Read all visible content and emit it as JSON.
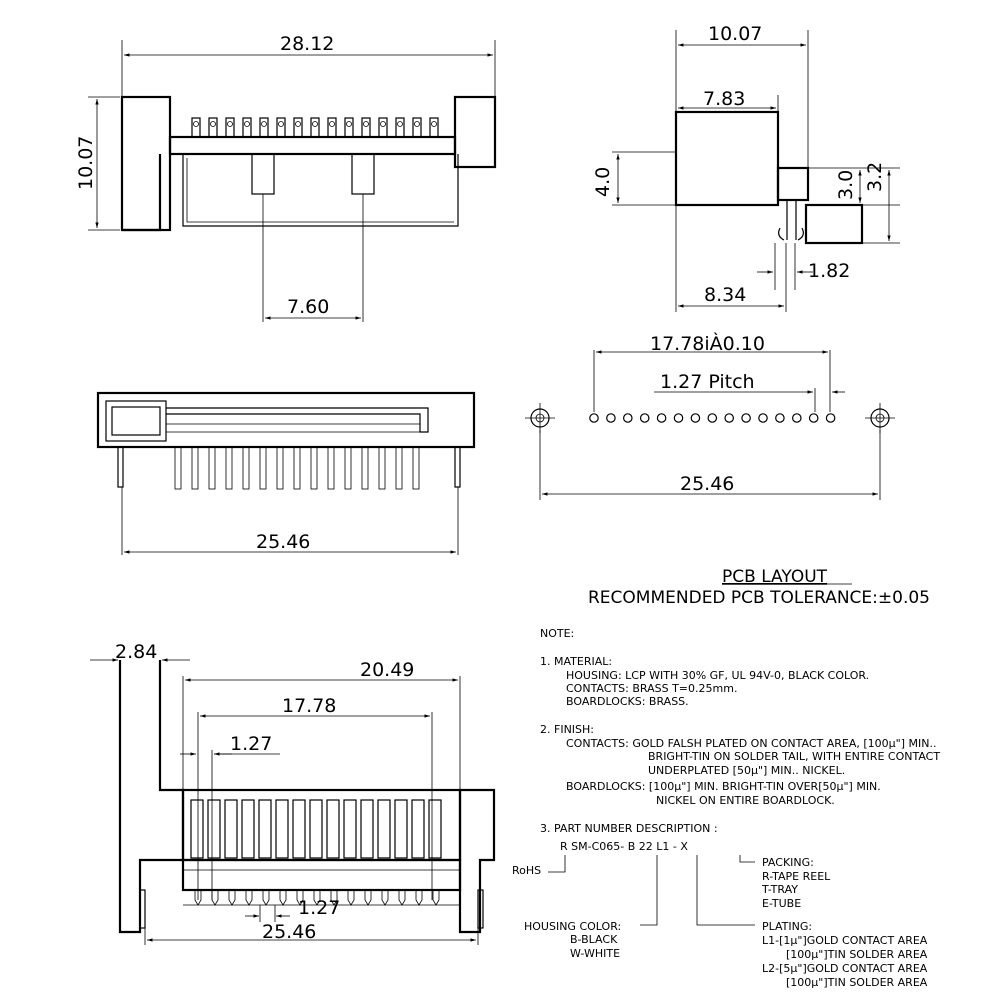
{
  "dimensions": {
    "top_front": {
      "width": "28.12",
      "height": "10.07",
      "post_spacing": "7.60"
    },
    "side": {
      "depth": "10.07",
      "housing_depth": "7.83",
      "height": "4.0",
      "h30": "3.0",
      "h32": "3.2",
      "tail": "1.82",
      "tail_depth": "8.34"
    },
    "top_view": {
      "width": "25.46"
    },
    "pcb": {
      "span": "17.78iÀ0.10",
      "pitch": "1.27 Pitch",
      "holes_span": "25.46"
    },
    "bottom_view": {
      "offset": "2.84",
      "w1": "20.49",
      "w2": "17.78",
      "p1": "1.27",
      "p2": "1.27",
      "w3": "25.46"
    }
  },
  "pcb_layout": {
    "title": "PCB LAYOUT",
    "tolerance": "RECOMMENDED PCB TOLERANCE:±0.05"
  },
  "notes": {
    "heading": "NOTE:",
    "material": [
      "1. MATERIAL:",
      "HOUSING: LCP WITH 30% GF, UL 94V-0, BLACK COLOR.",
      "CONTACTS: BRASS T=0.25mm.",
      "BOARDLOCKS: BRASS."
    ],
    "finish": [
      "2. FINISH:",
      "CONTACTS:  GOLD FALSH PLATED ON CONTACT AREA,  [100µ\"] MIN..",
      "BRIGHT-TIN ON SOLDER TAIL, WITH ENTIRE CONTACT",
      "UNDERPLATED  [50µ\"] MIN.. NICKEL.",
      "BOARDLOCKS: [100µ\"] MIN. BRIGHT-TIN OVER[50µ\"] MIN.",
      "NICKEL ON ENTIRE BOARDLOCK."
    ],
    "part_heading": "3. PART NUMBER DESCRIPTION :",
    "part_number": "R SM-C065- B 22 L1 - X",
    "rohs": "RoHS",
    "packing": [
      "PACKING:",
      "R-TAPE REEL",
      "T-TRAY",
      "E-TUBE"
    ],
    "housing_color": [
      "HOUSING COLOR:",
      "B-BLACK",
      "W-WHITE"
    ],
    "plating": [
      "PLATING:",
      "L1-[1µ\"]GOLD CONTACT AREA",
      "[100µ\"]TIN SOLDER AREA",
      "L2-[5µ\"]GOLD CONTACT AREA",
      "[100µ\"]TIN SOLDER AREA"
    ]
  }
}
